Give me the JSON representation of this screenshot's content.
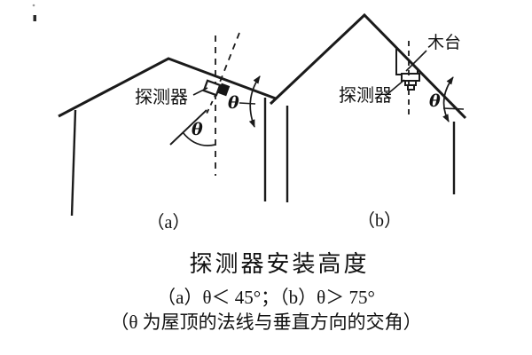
{
  "page": {
    "background": "#ffffff",
    "ink_color": "#1a1a1a"
  },
  "diagram": {
    "panel_a": {
      "detector_label": "探测器",
      "theta_lower": "θ",
      "theta_eave": "θ",
      "sublabel": "（a）"
    },
    "panel_b": {
      "detector_label": "探测器",
      "wood_base_label": "木台",
      "theta_eave": "θ",
      "sublabel": "（b）"
    }
  },
  "caption": {
    "title": "探测器安装高度",
    "conditions": "（a）θ＜ 45°；（b）θ＞ 75°",
    "note": "（θ 为屋顶的法线与垂直方向的交角）"
  }
}
